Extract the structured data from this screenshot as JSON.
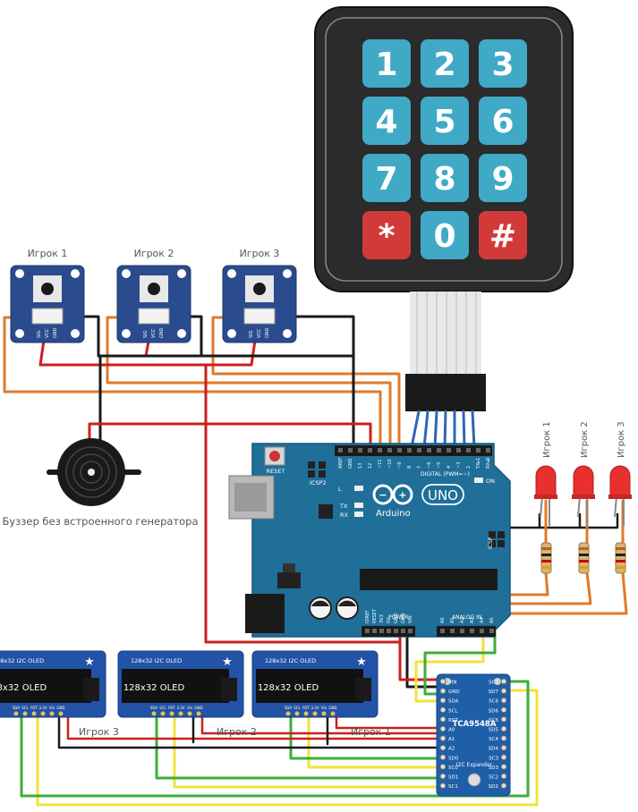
{
  "keypad": {
    "keys": [
      "1",
      "2",
      "3",
      "4",
      "5",
      "6",
      "7",
      "8",
      "9",
      "*",
      "0",
      "#"
    ],
    "colors": {
      "body": "#2b2b2b",
      "key_blue": "#3fa9c6",
      "key_red": "#d23a3a"
    }
  },
  "buttons": {
    "labels": [
      "Игрок 1",
      "Игрок 2",
      "Игрок 3"
    ],
    "pin_labels": [
      "SIG",
      "VCC",
      "GND"
    ]
  },
  "buzzer": {
    "label": "Буззер без встроенного генератора"
  },
  "leds": {
    "labels": [
      "Игрок 1",
      "Игрок 2",
      "Игрок 3"
    ],
    "color": "#e8302e"
  },
  "arduino": {
    "logo": "UNO",
    "brand": "Arduino",
    "reset": "RESET",
    "icsp2": "ICSP2",
    "icsp": "ICSP",
    "digital": "DIGITAL (PWM=~)",
    "on": "ON",
    "l": "L",
    "tx": "TX",
    "rx": "RX",
    "power": "POWER",
    "analog": "ANALOG IN",
    "top_pins": [
      "AREF",
      "GND",
      "13",
      "12",
      "~11",
      "~10",
      "~9",
      "8",
      "7",
      "~6",
      "~5",
      "4",
      "~3",
      "2",
      "TX▸1",
      "RX◂0"
    ],
    "bottom_pins": [
      "IOREF",
      "RESET",
      "3V3",
      "5V",
      "GND",
      "GND",
      "VIN",
      "A0",
      "A1",
      "A2",
      "A3",
      "A4",
      "A5"
    ],
    "color": "#1f6f99"
  },
  "oleds": {
    "header": "128x32 I2C OLED",
    "screen": "128x32 OLED",
    "pins": [
      "SDA",
      "SCL",
      "RST",
      "3.3V",
      "Vin",
      "GND"
    ],
    "labels": [
      "Игрок 3",
      "Игрок 2",
      "Игрок 1"
    ]
  },
  "expander": {
    "name": "TCA9548A",
    "sub": "I2C Expander",
    "left_pins": [
      "VIN",
      "GND",
      "SDA",
      "SCL",
      "RST",
      "A0",
      "A1",
      "A2",
      "SD0",
      "SC0",
      "SD1",
      "SC1"
    ],
    "right_pins": [
      "SC7",
      "SD7",
      "SC6",
      "SD6",
      "SC5",
      "SD5",
      "SC4",
      "SD4",
      "SC3",
      "SD3",
      "SC2",
      "SD2"
    ]
  }
}
